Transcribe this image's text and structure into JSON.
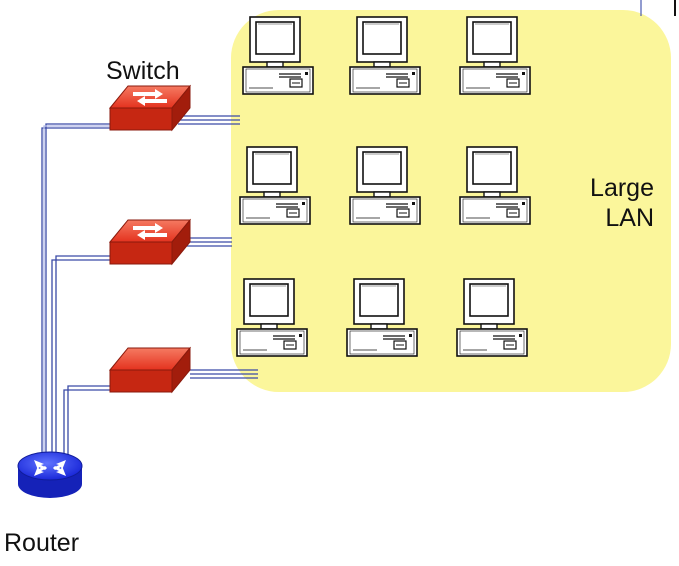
{
  "labels": {
    "switch": "Switch",
    "lan_line1": "Large",
    "lan_line2": "LAN",
    "router": "Router"
  },
  "colors": {
    "lan_area": "#fbf69b",
    "switch": "#e4321e",
    "router": "#2030e6",
    "link": "#3a4aa6"
  },
  "icons": {
    "switch": "switch-icon",
    "router": "router-icon",
    "computer": "desktop-computer-icon"
  }
}
